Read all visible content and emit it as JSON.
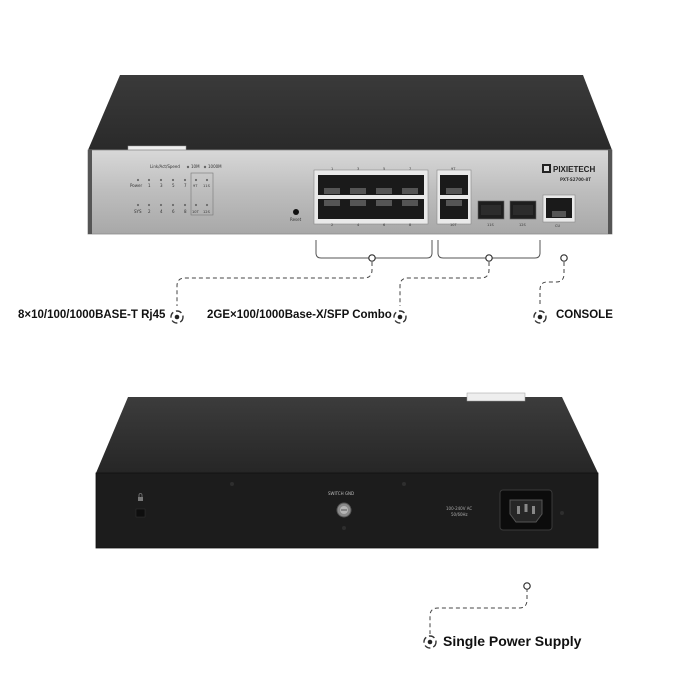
{
  "front_panel": {
    "brand": "PIXIETECH",
    "model": "PXT-S2700-8T",
    "led_header": "Link/Act/Speed",
    "led_10m": "10M",
    "led_1000m": "1000M",
    "power_label": "Power",
    "sys_label": "SYS",
    "led_top_numbers": [
      "1",
      "3",
      "5",
      "7"
    ],
    "led_bottom_numbers": [
      "2",
      "4",
      "6",
      "8"
    ],
    "led_combo_top": [
      "9T",
      "11S"
    ],
    "led_combo_bottom": [
      "10T",
      "12S"
    ],
    "reset_label": "Reset",
    "rj45_top_numbers": [
      "1",
      "3",
      "5",
      "7"
    ],
    "rj45_bottom_numbers": [
      "2",
      "4",
      "6",
      "8"
    ],
    "combo_top_number": "9T",
    "combo_bottom_number": "10T",
    "sfp_numbers": [
      "11S",
      "12S"
    ],
    "console_number": "CU"
  },
  "callouts": {
    "rj45": "8×10/100/1000BASE-T Rj45",
    "combo": "2GE×100/1000Base-X/SFP Combo",
    "console": "CONSOLE",
    "power": "Single Power Supply"
  },
  "rear_panel": {
    "ground_label": "SWITCH GND",
    "power_rating_line1": "100-240V AC",
    "power_rating_line2": "50/60Hz"
  }
}
